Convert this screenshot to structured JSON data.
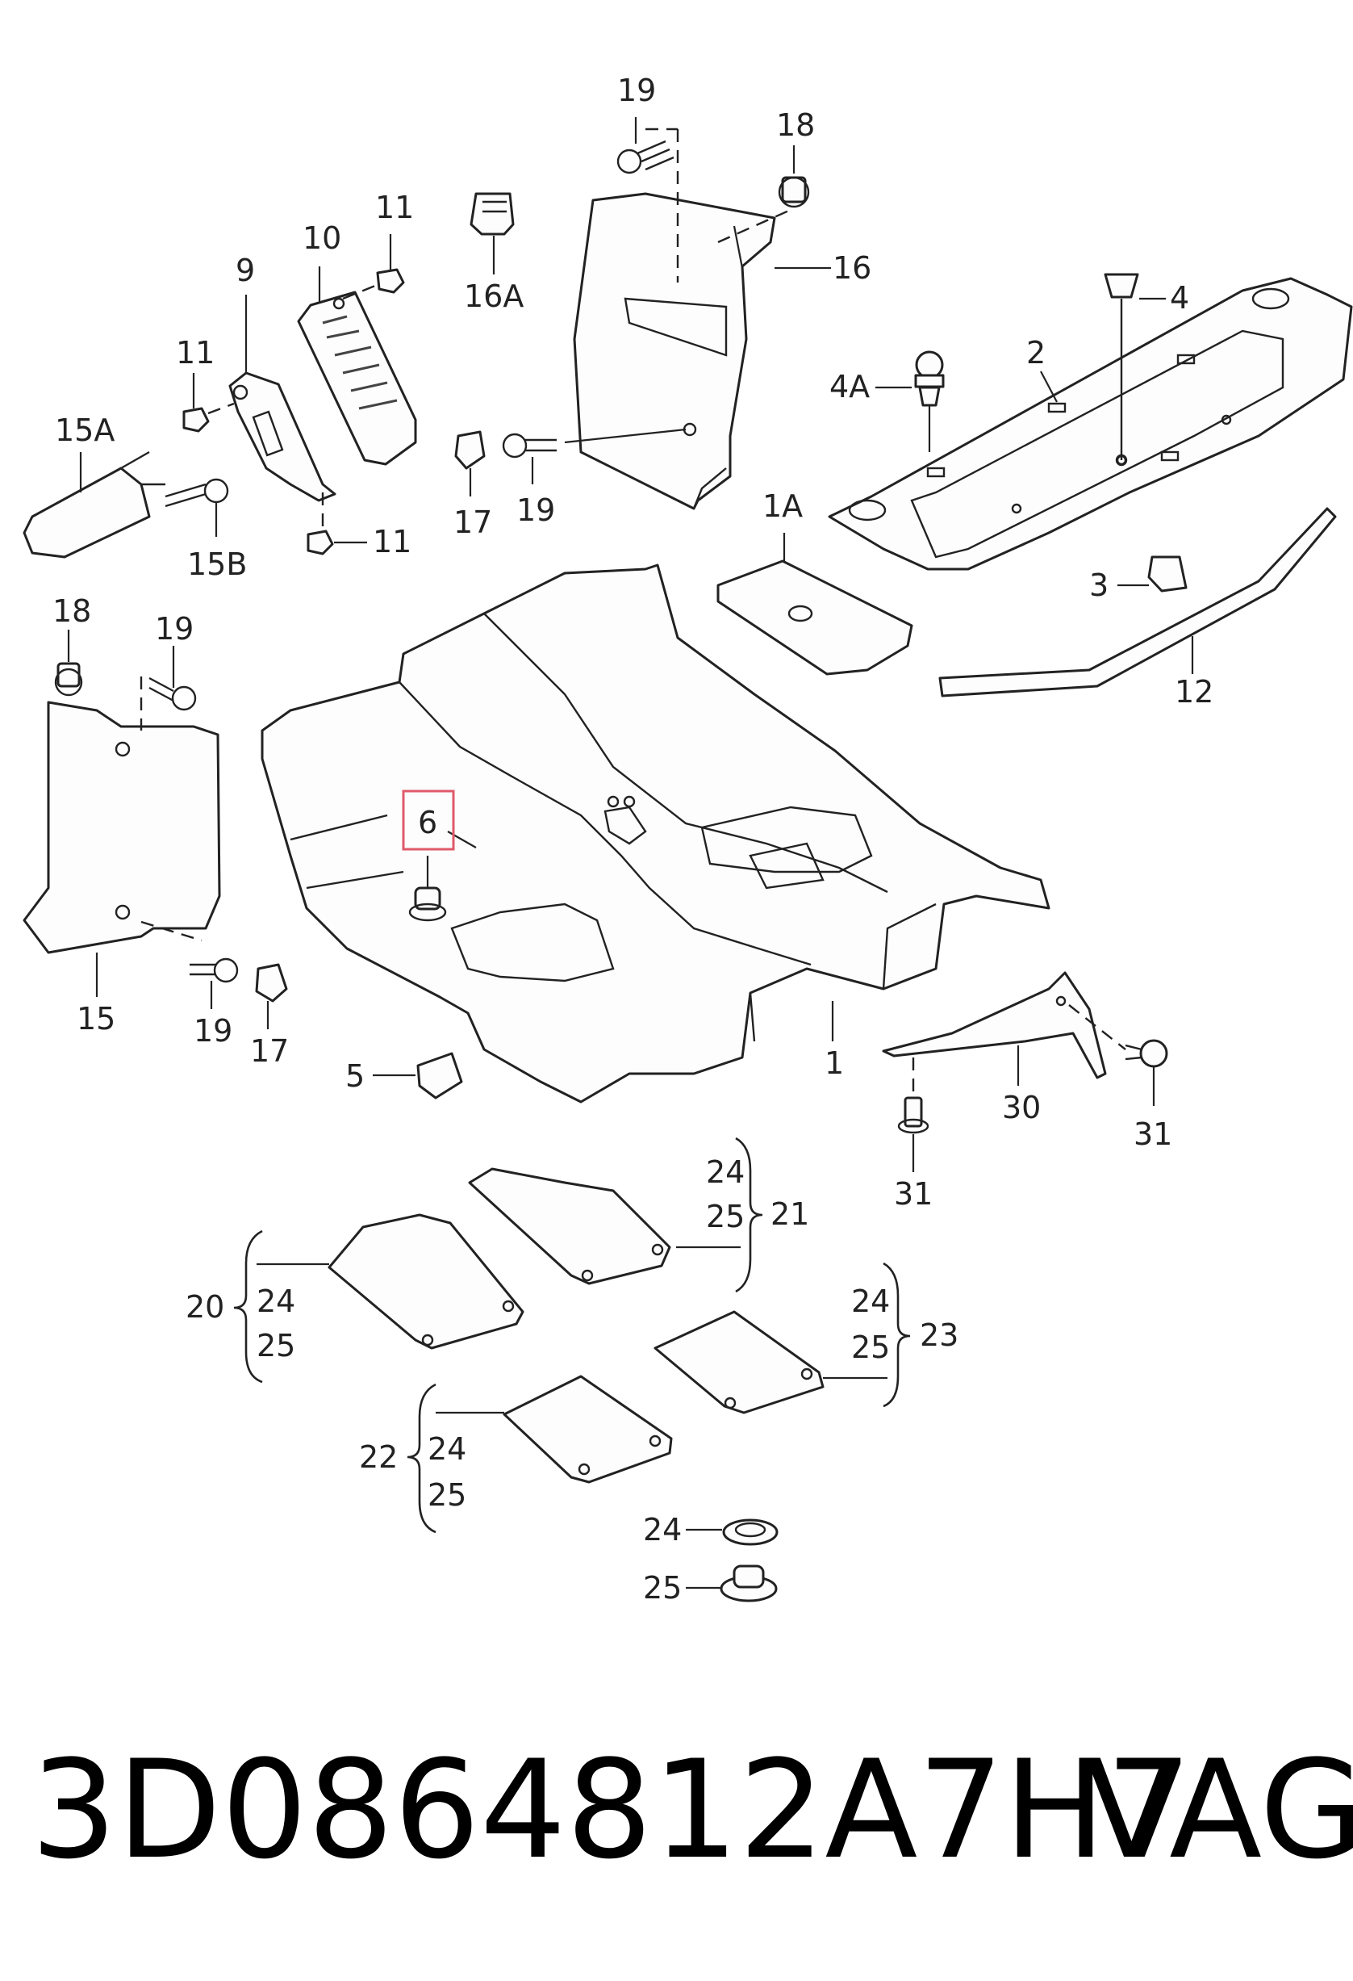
{
  "labels": {
    "l1": "1",
    "l1A": "1A",
    "l2": "2",
    "l3": "3",
    "l4": "4",
    "l4A": "4A",
    "l5": "5",
    "l6": "6",
    "l9": "9",
    "l10": "10",
    "l11a": "11",
    "l11b": "11",
    "l11c": "11",
    "l12": "12",
    "l15": "15",
    "l15A": "15A",
    "l15B": "15B",
    "l16": "16",
    "l16A": "16A",
    "l17a": "17",
    "l17b": "17",
    "l18a": "18",
    "l18b": "18",
    "l19a": "19",
    "l19b": "19",
    "l19c": "19",
    "l19d": "19",
    "l20": "20",
    "l21": "21",
    "l22": "22",
    "l23": "23",
    "l24a": "24",
    "l25a": "25",
    "l24b": "24",
    "l25b": "25",
    "l24c": "24",
    "l25c": "25",
    "l24d": "24",
    "l25d": "25",
    "l24e": "24",
    "l25e": "25",
    "l30": "30",
    "l31a": "31",
    "l31b": "31"
  },
  "highlight": {
    "label": "6",
    "color": "#e05a6a"
  },
  "footer": {
    "part_code": "3D0864812A7H7",
    "brand": "VAG"
  }
}
